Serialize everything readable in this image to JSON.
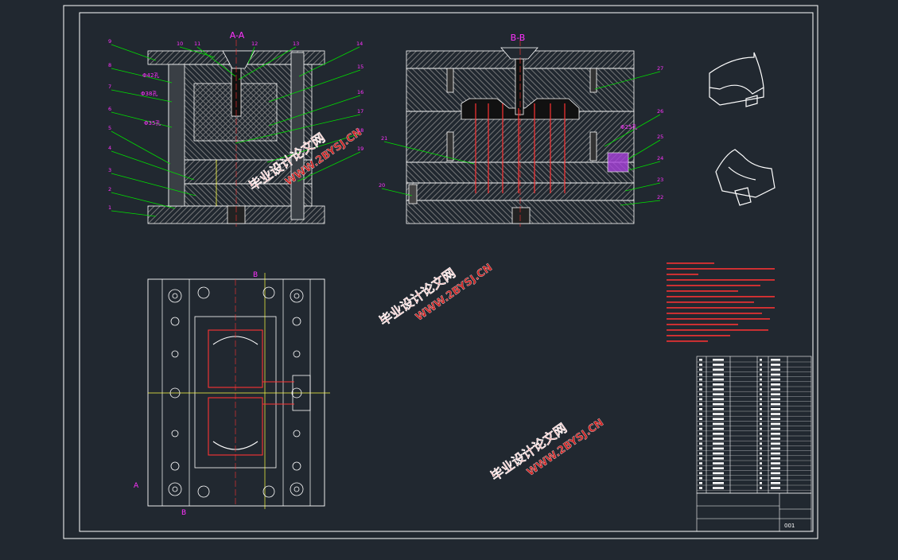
{
  "colors": {
    "background": "#212830",
    "frame": "#ffffff",
    "leader": "#00dd00",
    "label": "#ff33ff",
    "title": "#ff33ff",
    "red": "#ff3333",
    "yellow": "#ffff44",
    "watermark": "#cc2222",
    "hatch": "#7a7a7a"
  },
  "views": {
    "section_aa": "A-A",
    "section_bb": "B-B",
    "cut_a": "A",
    "cut_b": "B"
  },
  "left_labels": [
    "9",
    "8",
    "7",
    "6",
    "5",
    "4",
    "3",
    "2",
    "1"
  ],
  "top_labels": [
    "10",
    "11",
    "12",
    "13",
    "14"
  ],
  "right_labels": [
    "15",
    "16",
    "17",
    "18",
    "19"
  ],
  "bb_labels": [
    "27",
    "26",
    "25",
    "24",
    "23",
    "22",
    "21",
    "20"
  ],
  "dims": {
    "d1": "Φ42孔",
    "d2": "Φ38孔",
    "d3": "Φ35孔",
    "d4": "Φ25孔"
  },
  "watermark": {
    "cn": "毕业设计论文网",
    "url": "WWW.2BYSJ.CN"
  },
  "title_block": {
    "drawing_no": "001"
  }
}
